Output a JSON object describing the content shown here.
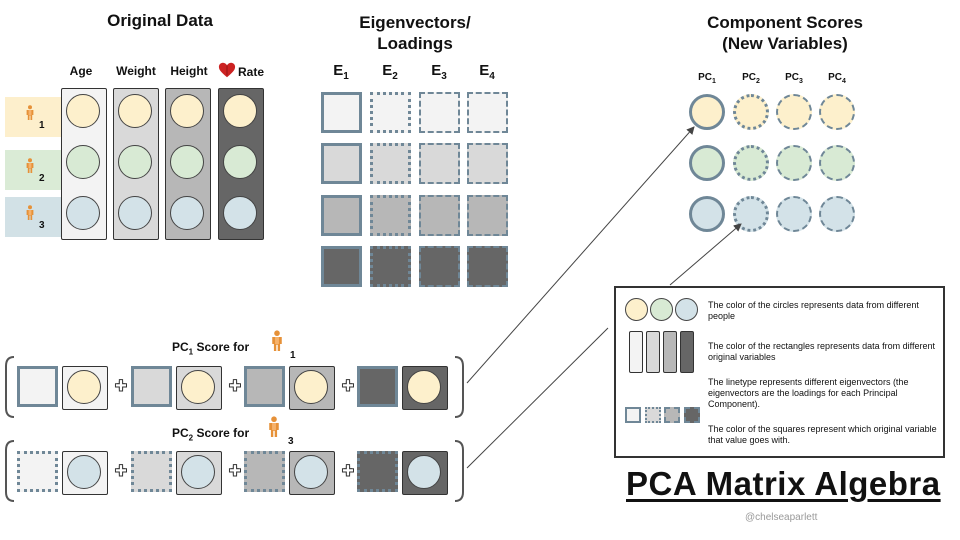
{
  "sections": {
    "original_data_title": "Original Data",
    "eigenvectors_title_line1": "Eigenvectors/",
    "eigenvectors_title_line2": "Loadings",
    "scores_title_line1": "Component Scores",
    "scores_title_line2": "(New Variables)"
  },
  "columns": [
    "Age",
    "Weight",
    "Height",
    "Rate"
  ],
  "persons": [
    "1",
    "2",
    "3"
  ],
  "eigen_headers": {
    "letter": "E",
    "subs": [
      "1",
      "2",
      "3",
      "4"
    ]
  },
  "pc_headers": {
    "letter": "PC",
    "subs": [
      "1",
      "2",
      "3",
      "4"
    ]
  },
  "score_rows": [
    {
      "prefix": "PC",
      "sub": "1",
      "suffix": " Score for",
      "person": "1"
    },
    {
      "prefix": "PC",
      "sub": "2",
      "suffix": " Score for",
      "person": "3"
    }
  ],
  "legend": {
    "item1": "The color of the circles represents data from different people",
    "item2": "The color of the rectangles represents data from different original variables",
    "item3": "The linetype represents different eigenvectors (the eigenvectors are the loadings for each Principal Component).",
    "item4": "The color of the squares represent which original variable that value goes with."
  },
  "big_title": "PCA Matrix Algebra",
  "credit": "@chelseaparlett",
  "colors": {
    "person1": "#fdf0cc",
    "person2": "#d8ead4",
    "person3": "#d3e2e8",
    "person1_tag": "#fdefcc",
    "person2_tag": "#daebd6",
    "person3_tag": "#d2e1e6",
    "var_age": "#f3f3f3",
    "var_weight": "#d9d9d9",
    "var_height": "#b7b7b7",
    "var_rate": "#666666",
    "outline": "#6f8797",
    "person_icon": "#e69138",
    "heart_icon": "#cc2222"
  },
  "icons": [
    "person-icon",
    "heart-icon",
    "plus-icon",
    "arrow-icon"
  ]
}
